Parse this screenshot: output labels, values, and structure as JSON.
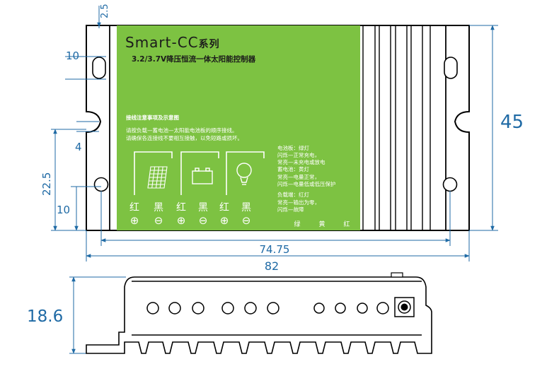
{
  "panel": {
    "title_main": "Smart-CC",
    "title_suffix": "系列",
    "subtitle": "3.2/3.7V降压恒流一体太阳能控制器",
    "notes_heading": "接线注意事项及示意图",
    "notes": [
      "请按负载—蓄电池—太阳能电池板的顺序接线。",
      "请确保各连接线不要相互接触，以免短路或损坏。"
    ],
    "status_lines": [
      "电池板：绿灯",
      "闪烁—正常充电，",
      "常亮—未充电或放电",
      "蓄电池：黄灯",
      "常亮—电量正常，",
      "闪烁—电量低或低压保护",
      "负载端：红灯",
      "常亮—输出为零，",
      "闪烁—故障"
    ],
    "led_labels": [
      "绿",
      "黄",
      "红"
    ],
    "terminal_labels": [
      "红",
      "黑",
      "红",
      "黑",
      "红",
      "黑"
    ],
    "terminal_symbols": [
      "⊕",
      "⊖",
      "⊕",
      "⊖",
      "⊕",
      "⊖"
    ],
    "icons": [
      "solar-panel-icon",
      "battery-icon",
      "lightbulb-icon"
    ],
    "colors": {
      "panel_green": "#7dc242",
      "dimension_blue": "#1f6aa5",
      "outline": "#000000"
    }
  },
  "dimensions": {
    "top_view": [
      "2.5",
      "10",
      "4",
      "22.5",
      "10",
      "45",
      "74.75",
      "82"
    ],
    "side_view": [
      "18.6"
    ]
  }
}
